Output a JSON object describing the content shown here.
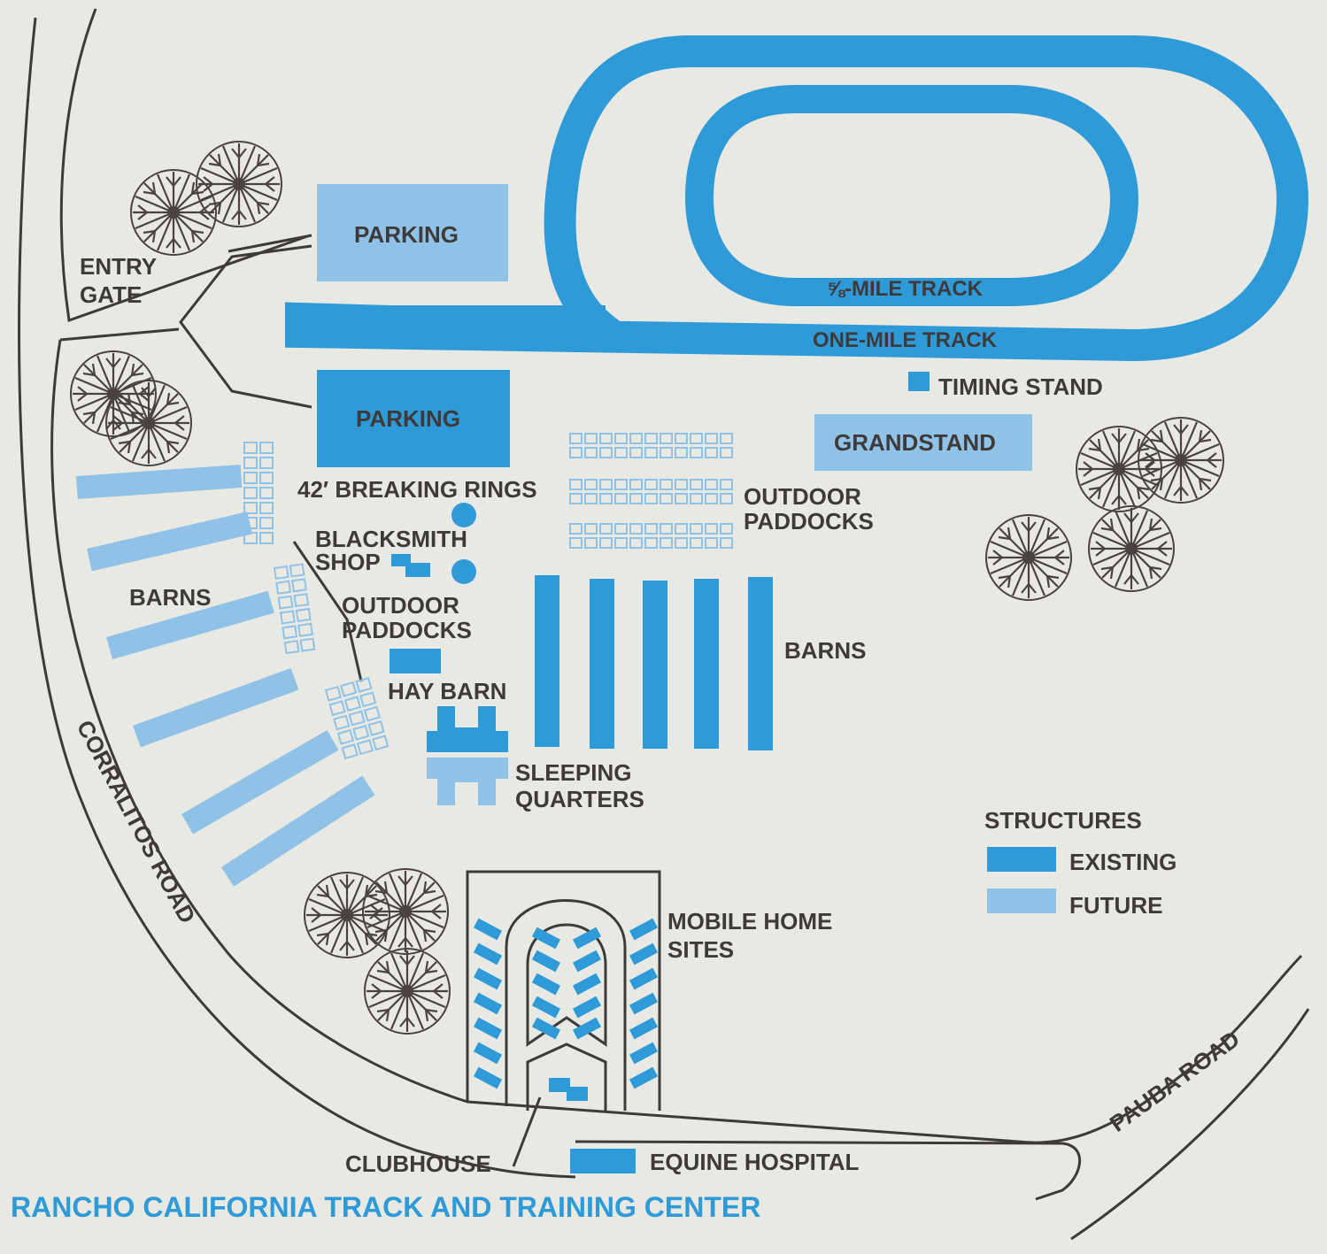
{
  "title": "RANCHO CALIFORNIA TRACK AND TRAINING CENTER",
  "colors": {
    "existing": "#2f9ad8",
    "future": "#8fc2e6",
    "paper": "#e9e9e4",
    "ink": "#3e3a3a",
    "title": "#2f9ad8"
  },
  "icons": {
    "tree": "tree-icon",
    "legend_existing": "existing-swatch-icon",
    "legend_future": "future-swatch-icon"
  },
  "labels": {
    "entry_gate_1": "ENTRY",
    "entry_gate_2": "GATE",
    "parking_top": "PARKING",
    "parking_bottom": "PARKING",
    "five_eighths_frac": "⅝",
    "five_eighths_rest": "-MILE TRACK",
    "one_mile_track": "ONE-MILE TRACK",
    "timing_stand": "TIMING STAND",
    "grandstand": "GRANDSTAND",
    "breaking_rings": "42′ BREAKING RINGS",
    "outdoor_paddocks_right_1": "OUTDOOR",
    "outdoor_paddocks_right_2": "PADDOCKS",
    "blacksmith_1": "BLACKSMITH",
    "blacksmith_2": "SHOP",
    "barns_left": "BARNS",
    "outdoor_paddocks_left_1": "OUTDOOR",
    "outdoor_paddocks_left_2": "PADDOCKS",
    "hay_barn": "HAY BARN",
    "barns_right": "BARNS",
    "sleeping_1": "SLEEPING",
    "sleeping_2": "QUARTERS",
    "mobile_home_1": "MOBILE HOME",
    "mobile_home_2": "SITES",
    "clubhouse": "CLUBHOUSE",
    "equine_hospital": "EQUINE HOSPITAL",
    "corralitos_road": "CORRALITOS ROAD",
    "pauba_road": "PAUBA ROAD"
  },
  "legend": {
    "heading": "STRUCTURES",
    "existing": "EXISTING",
    "future": "FUTURE"
  }
}
